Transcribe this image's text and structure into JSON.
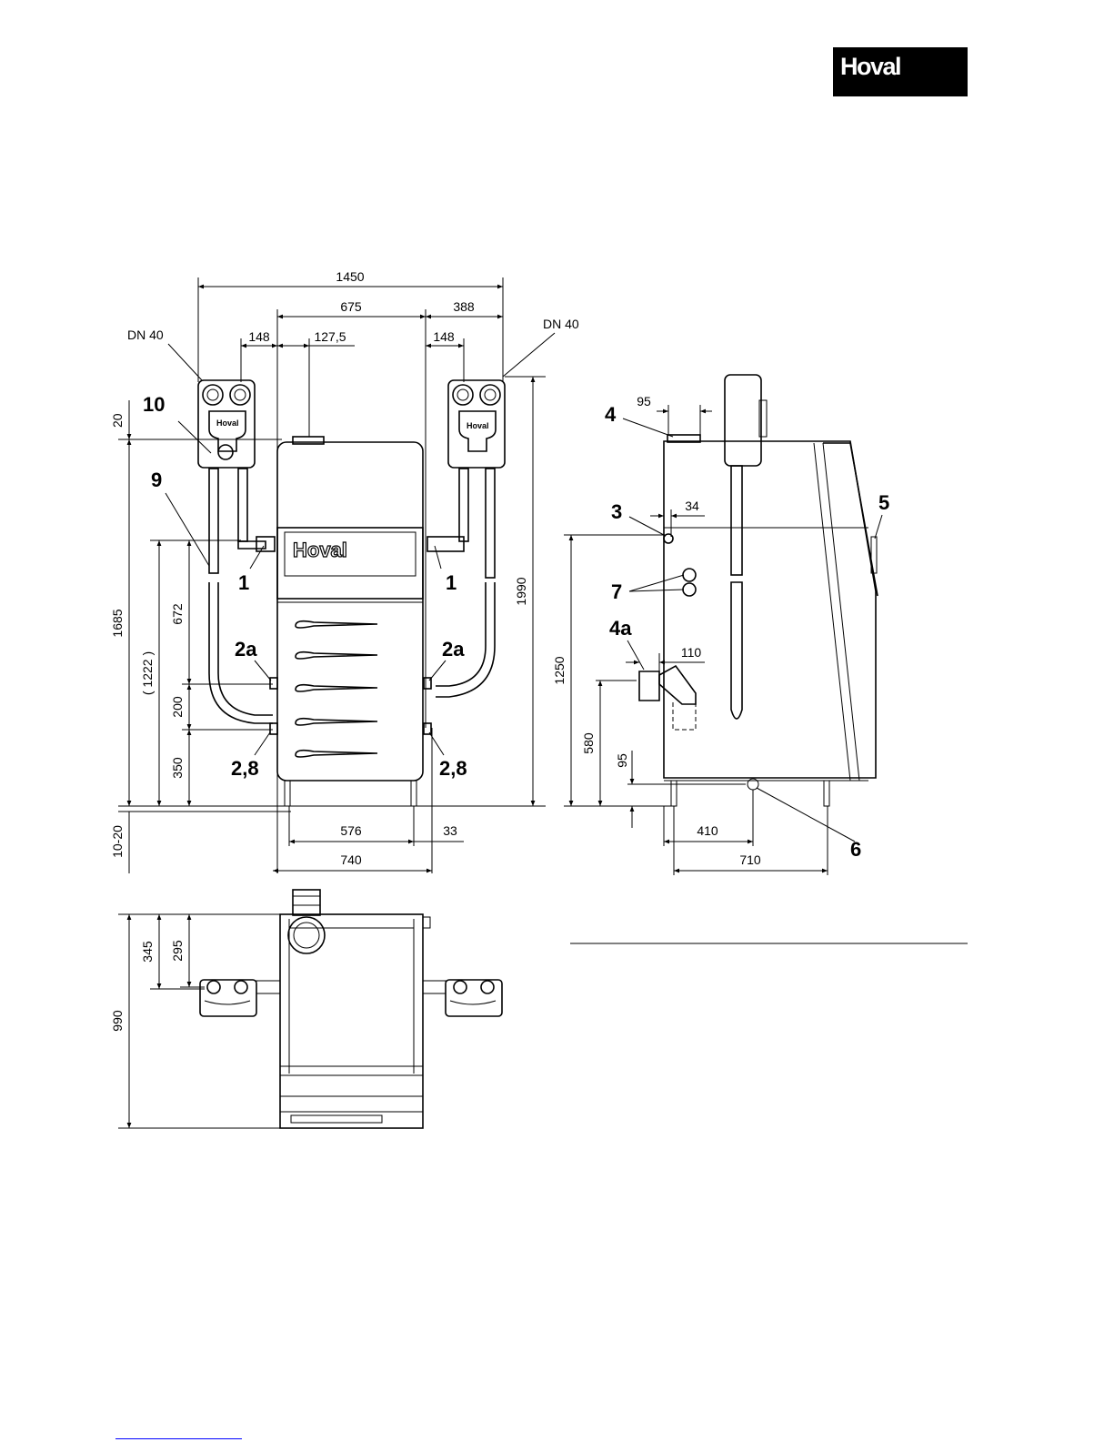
{
  "brand": {
    "logo_text": "Hoval",
    "panel_text": "Hoval",
    "module_text": "Hoval"
  },
  "front_view": {
    "dims": {
      "overall_width": "1450",
      "boiler_width": "675",
      "right_offset": "388",
      "left_pipe_spacing": "148",
      "flue_offset": "127,5",
      "right_pipe_spacing": "148",
      "top_gap": "20",
      "total_height": "1685",
      "header_height": "1990",
      "inner_height": "( 1222 )",
      "pipe_672": "672",
      "pipe_200": "200",
      "pipe_350": "350",
      "base_576": "576",
      "base_33": "33",
      "base_740": "740",
      "floor": "10-20"
    },
    "labels": {
      "dn_left": "DN 40",
      "dn_right": "DN 40",
      "l10": "10",
      "l9": "9",
      "l1_left": "1",
      "l1_right": "1",
      "l2a_left": "2a",
      "l2a_right": "2a",
      "l28_left": "2,8",
      "l28_right": "2,8"
    }
  },
  "side_view": {
    "dims": {
      "top_95": "95",
      "d34": "34",
      "h1250": "1250",
      "d110": "110",
      "h580": "580",
      "h95": "95",
      "d410": "410",
      "d710": "710"
    },
    "labels": {
      "l4": "4",
      "l3": "3",
      "l5": "5",
      "l7": "7",
      "l4a": "4a",
      "l6": "6"
    }
  },
  "top_view": {
    "dims": {
      "d345": "345",
      "d295": "295",
      "d990": "990"
    }
  }
}
